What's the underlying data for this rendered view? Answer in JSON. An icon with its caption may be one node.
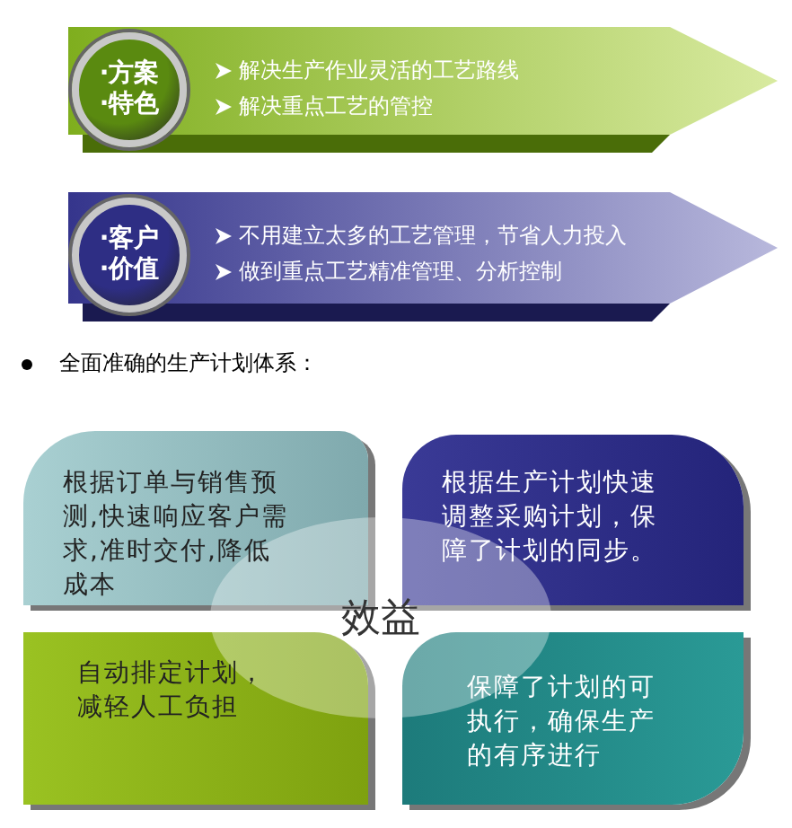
{
  "diagram": {
    "nodes": [
      {
        "text": [
          "·方案",
          "·特色"
        ]
      },
      {
        "text": [
          "解决生产作业灵活的工艺路线",
          "解决重点工艺的管控"
        ]
      },
      {
        "text": [
          "·客户",
          "·价值"
        ]
      },
      {
        "text": [
          "不用建立太多的工艺管理，节省人力投入",
          "做到重点工艺精准管理、分析控制"
        ]
      },
      {
        "text": [
          "根据订单与销售预测,快速响应客户需求,准时交付,降低成本"
        ]
      },
      {
        "text": [
          "根据生产计划快速调整采购计划，保障了计划的同步。"
        ]
      },
      {
        "text": [
          "自动排定计划，减轻人工负担"
        ]
      },
      {
        "text": [
          "保障了计划的可执行，确保生产的有序进行"
        ]
      },
      {
        "text": [
          "效益"
        ]
      }
    ],
    "edges": [],
    "labels": [
      "全面准确的生产计划体系："
    ]
  }
}
